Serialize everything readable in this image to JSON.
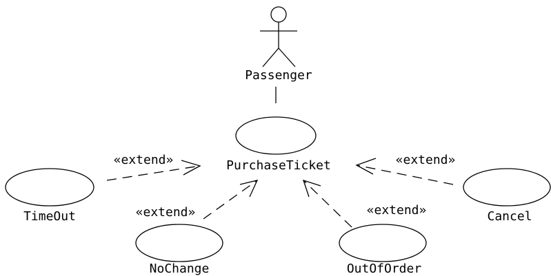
{
  "actor": {
    "name": "Passenger"
  },
  "use_cases": {
    "purchase_ticket": "PurchaseTicket",
    "timeout": "TimeOut",
    "nochange": "NoChange",
    "outoforder": "OutOfOrder",
    "cancel": "Cancel"
  },
  "relations": {
    "timeout_stereotype": "«extend»",
    "nochange_stereotype": "«extend»",
    "outoforder_stereotype": "«extend»",
    "cancel_stereotype": "«extend»"
  }
}
